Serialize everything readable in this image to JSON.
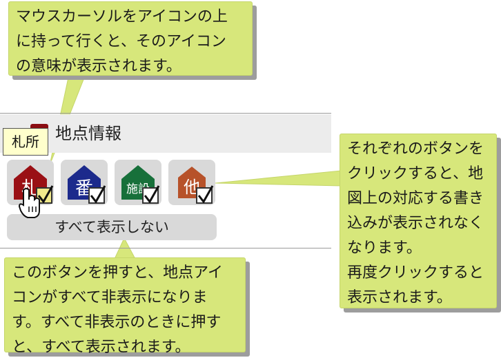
{
  "panel": {
    "title": "地点情報",
    "tooltip": "札所",
    "icons": [
      {
        "glyph": "札",
        "name": "fudasho",
        "color": "#9a1015",
        "checked": true
      },
      {
        "glyph": "番",
        "name": "bangai",
        "color": "#1c2a8c",
        "checked": true
      },
      {
        "glyph": "施設",
        "name": "shisetsu",
        "color": "#17703a",
        "checked": true
      },
      {
        "glyph": "他",
        "name": "other",
        "color": "#b7522a",
        "checked": true
      }
    ],
    "show_none_label": "すべて表示しない"
  },
  "callouts": {
    "top": "マウスカーソルをアイコンの上\nに持って行くと、そのアイコン\nの意味が表示されます。",
    "right": "それぞれのボタンを\nクリックすると、地\n図上の対応する書き\n込みが表示されなく\nなります。\n再度クリックすると\n表示されます。",
    "bottom": "このボタンを押すと、地点アイ\nコンがすべて非表示になりま\nす。すべて非表示のときに押す\nと、すべて表示されます。"
  }
}
